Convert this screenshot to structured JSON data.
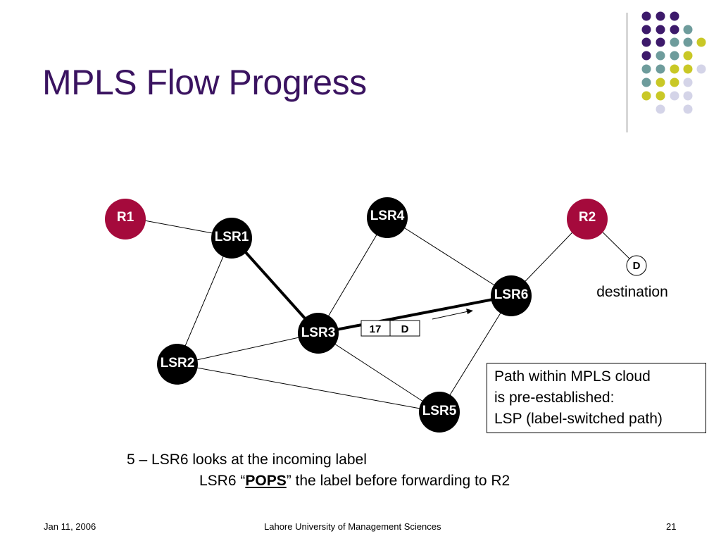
{
  "slide": {
    "title": "MPLS Flow Progress",
    "nodes": {
      "r1": "R1",
      "r2": "R2",
      "lsr1": "LSR1",
      "lsr2": "LSR2",
      "lsr3": "LSR3",
      "lsr4": "LSR4",
      "lsr5": "LSR5",
      "lsr6": "LSR6",
      "d": "D"
    },
    "destination_label": "destination",
    "packet": {
      "label": "17",
      "payload": "D"
    },
    "info_box": {
      "line1": "Path within MPLS cloud",
      "line2": "is pre-established:",
      "line3": "LSP (label-switched path)"
    },
    "caption": {
      "line1": "5 – LSR6 looks at the incoming label",
      "line2_prefix": "LSR6 “",
      "line2_emphasis": "POPS",
      "line2_suffix": "” the label before forwarding to R2"
    },
    "footer": {
      "date": "Jan 11, 2006",
      "organization": "Lahore University of Management Sciences",
      "page": "21"
    }
  },
  "colors": {
    "title": "#3a1360",
    "router": "#a50a3c",
    "lsr": "#000000",
    "dot_purple": "#3d1a6b",
    "dot_teal": "#6e9c9c",
    "dot_yellow": "#c9c826",
    "dot_lavender": "#d4d4e8"
  }
}
